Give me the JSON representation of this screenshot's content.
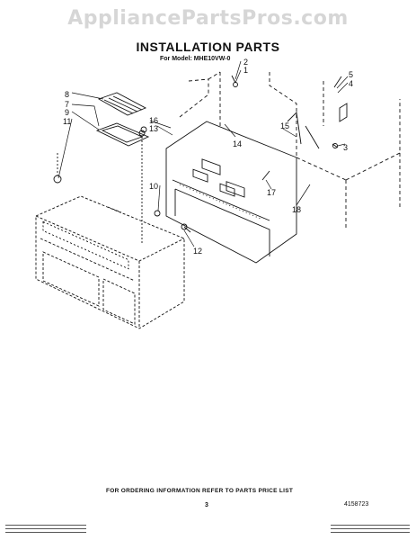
{
  "watermark": "AppliancePartsPros.com",
  "title": "INSTALLATION PARTS",
  "model_line": "For Model: MHE10VW-0",
  "footer_note": "FOR ORDERING INFORMATION REFER TO PARTS PRICE LIST",
  "page_number": "3",
  "document_number": "4158723",
  "callouts": [
    "1",
    "2",
    "3",
    "4",
    "5",
    "7",
    "8",
    "9",
    "10",
    "11",
    "12",
    "13",
    "14",
    "15",
    "16",
    "17",
    "18"
  ]
}
